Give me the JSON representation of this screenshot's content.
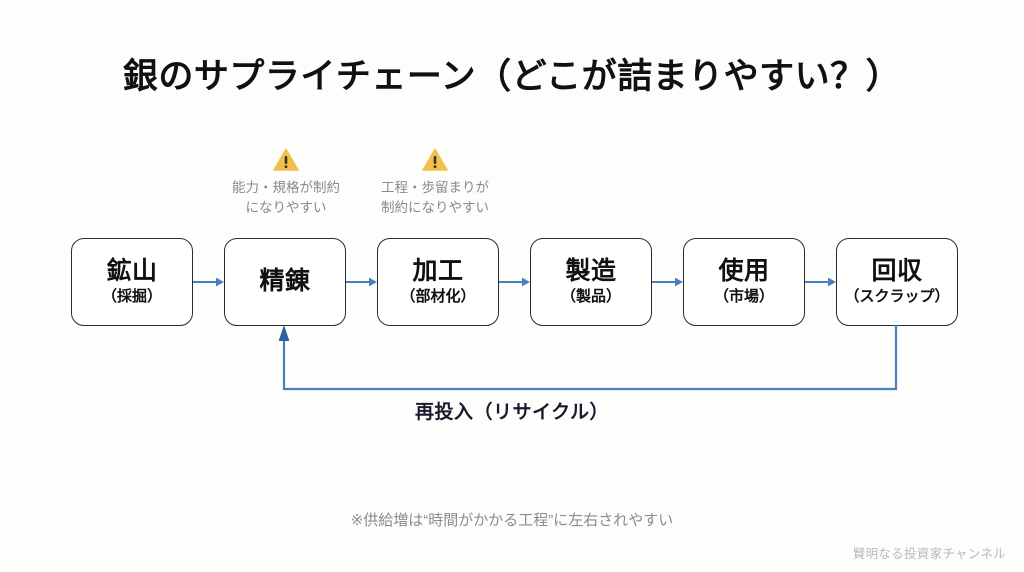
{
  "slide": {
    "title": "銀のサプライチェーン（どこが詰まりやすい？）",
    "background_color": "#fdfdfc",
    "accent_color": "#4a7fbf",
    "warning_color": "#f0c04a",
    "text_color": "#111111",
    "muted_text_color": "#8a8a8a"
  },
  "warnings": [
    {
      "icon": "warning-triangle-icon",
      "text": "能力・規格が制約\nになりやすい",
      "target_stage": "精錬"
    },
    {
      "icon": "warning-triangle-icon",
      "text": "工程・歩留まりが\n制約になりやすい",
      "target_stage": "加工"
    }
  ],
  "flow": {
    "stages": [
      {
        "title": "鉱山",
        "subtitle": "（採掘）"
      },
      {
        "title": "精錬",
        "subtitle": ""
      },
      {
        "title": "加工",
        "subtitle": "（部材化）"
      },
      {
        "title": "製造",
        "subtitle": "（製品）"
      },
      {
        "title": "使用",
        "subtitle": "（市場）"
      },
      {
        "title": "回収",
        "subtitle": "（スクラップ）"
      }
    ],
    "arrow_count": 5,
    "arrow_icon": "arrow-right-icon"
  },
  "recycle_loop": {
    "label": "再投入（リサイクル）",
    "from_stage": "回収",
    "to_stage": "精錬",
    "arrow_icon": "arrow-up-icon"
  },
  "footnote": "※供給増は“時間がかかる工程”に左右されやすい",
  "watermark": "賢明なる投資家チャンネル"
}
